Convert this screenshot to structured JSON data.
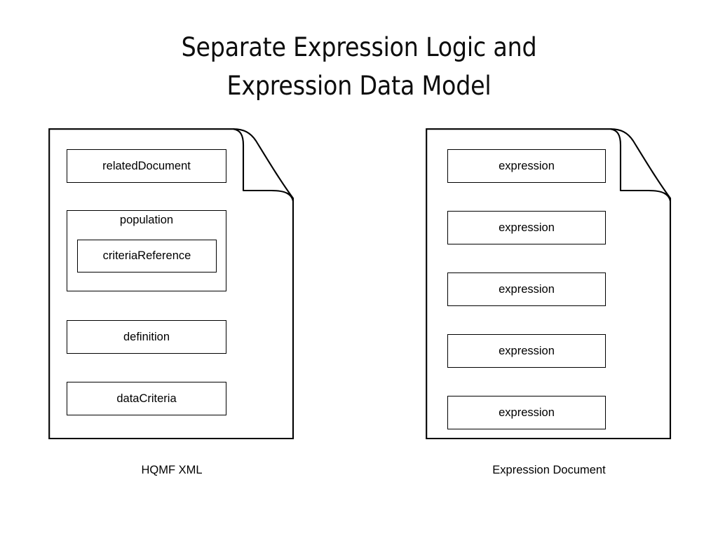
{
  "slide": {
    "title": "Separate Expression Logic and\nExpression Data Model",
    "background_color": "#ffffff",
    "line_color": "#000000"
  },
  "diagram": {
    "type": "two-document-comparison",
    "documents": [
      {
        "id": "hqmf-xml",
        "name": "HQMF XML document",
        "caption": "HQMF XML",
        "shape": "page-with-folded-corner",
        "nodes": [
          {
            "label": "relatedDocument",
            "level": 1
          },
          {
            "label": "population",
            "level": 1,
            "children": [
              {
                "label": "criteriaReference",
                "level": 2
              }
            ]
          },
          {
            "label": "definition",
            "level": 1
          },
          {
            "label": "dataCriteria",
            "level": 1
          }
        ]
      },
      {
        "id": "expression-document",
        "name": "Expression Document",
        "caption": "Expression Document",
        "shape": "page-with-folded-corner",
        "nodes": [
          {
            "label": "expression",
            "level": 1
          },
          {
            "label": "expression",
            "level": 1
          },
          {
            "label": "expression",
            "level": 1
          },
          {
            "label": "expression",
            "level": 1
          },
          {
            "label": "expression",
            "level": 1
          }
        ]
      }
    ]
  }
}
